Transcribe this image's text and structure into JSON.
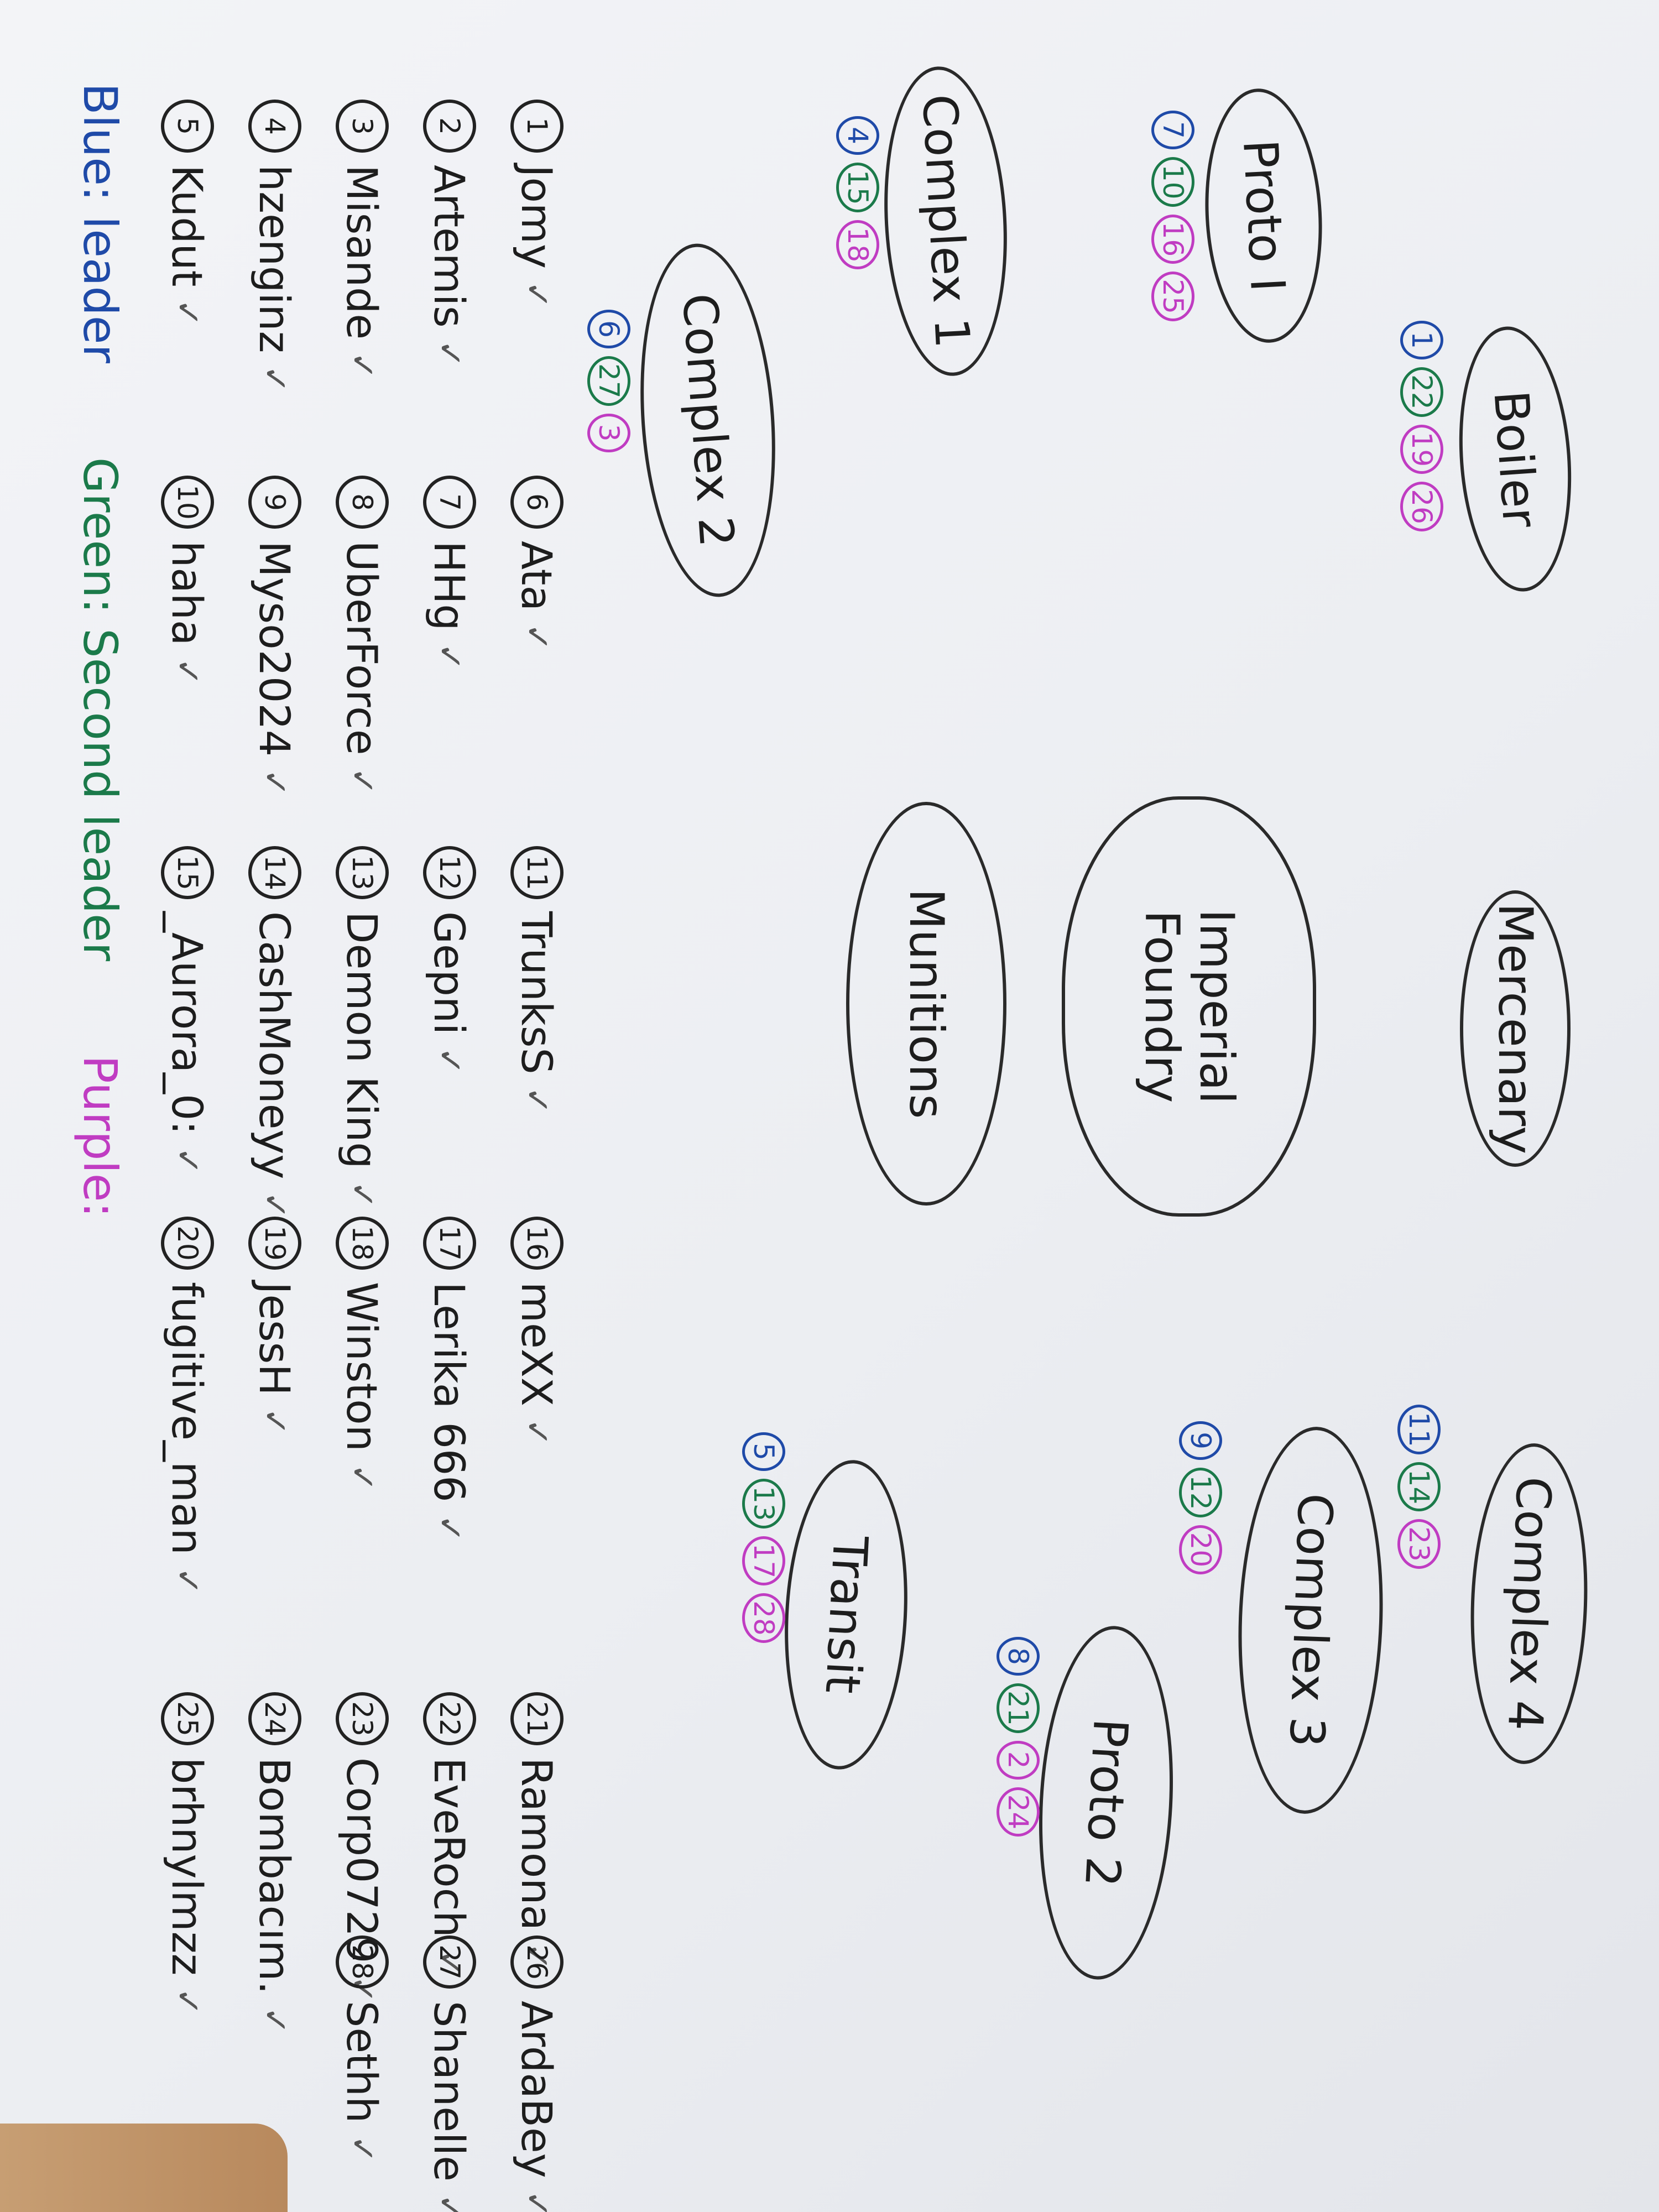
{
  "locations": [
    {
      "name": "Boiler",
      "badges": [
        {
          "n": "1",
          "c": "blue"
        },
        {
          "n": "22",
          "c": "green"
        },
        {
          "n": "19",
          "c": "purple"
        },
        {
          "n": "26",
          "c": "purple"
        }
      ]
    },
    {
      "name": "Proto I",
      "badges": [
        {
          "n": "7",
          "c": "blue"
        },
        {
          "n": "10",
          "c": "green"
        },
        {
          "n": "16",
          "c": "purple"
        },
        {
          "n": "25",
          "c": "purple"
        }
      ]
    },
    {
      "name": "Complex 1",
      "badges": [
        {
          "n": "4",
          "c": "blue"
        },
        {
          "n": "15",
          "c": "green"
        },
        {
          "n": "18",
          "c": "purple"
        }
      ]
    },
    {
      "name": "Complex 2",
      "badges": [
        {
          "n": "6",
          "c": "blue"
        },
        {
          "n": "27",
          "c": "green"
        },
        {
          "n": "3",
          "c": "purple"
        }
      ]
    },
    {
      "name": "Mercenary",
      "badges": []
    },
    {
      "name": "Imperial Foundry",
      "badges": []
    },
    {
      "name": "Munitions",
      "badges": []
    },
    {
      "name": "Complex 4",
      "badges": [
        {
          "n": "11",
          "c": "blue"
        },
        {
          "n": "14",
          "c": "green"
        },
        {
          "n": "23",
          "c": "purple"
        }
      ]
    },
    {
      "name": "Complex 3",
      "badges": [
        {
          "n": "9",
          "c": "blue"
        },
        {
          "n": "12",
          "c": "green"
        },
        {
          "n": "20",
          "c": "purple"
        }
      ]
    },
    {
      "name": "Proto 2",
      "badges": [
        {
          "n": "8",
          "c": "blue"
        },
        {
          "n": "21",
          "c": "green"
        },
        {
          "n": "2",
          "c": "purple"
        },
        {
          "n": "24",
          "c": "purple"
        }
      ]
    },
    {
      "name": "Transit",
      "badges": [
        {
          "n": "5",
          "c": "blue"
        },
        {
          "n": "13",
          "c": "green"
        },
        {
          "n": "17",
          "c": "purple"
        },
        {
          "n": "28",
          "c": "purple"
        }
      ]
    }
  ],
  "players": [
    {
      "n": "1",
      "name": "Jomy"
    },
    {
      "n": "2",
      "name": "Artemis"
    },
    {
      "n": "3",
      "name": "Misande"
    },
    {
      "n": "4",
      "name": "hzenginz"
    },
    {
      "n": "5",
      "name": "Kudut"
    },
    {
      "n": "6",
      "name": "Ata"
    },
    {
      "n": "7",
      "name": "HHg"
    },
    {
      "n": "8",
      "name": "UberForce"
    },
    {
      "n": "9",
      "name": "Myso2024"
    },
    {
      "n": "10",
      "name": "haha"
    },
    {
      "n": "11",
      "name": "TrunksS"
    },
    {
      "n": "12",
      "name": "Gepni"
    },
    {
      "n": "13",
      "name": "Demon King"
    },
    {
      "n": "14",
      "name": "CashMoneyy"
    },
    {
      "n": "15",
      "name": "_Aurora_0:"
    },
    {
      "n": "16",
      "name": "meXX"
    },
    {
      "n": "17",
      "name": "Lerika 666"
    },
    {
      "n": "18",
      "name": "Winston"
    },
    {
      "n": "19",
      "name": "JessH"
    },
    {
      "n": "20",
      "name": "fugitive_man"
    },
    {
      "n": "21",
      "name": "Ramona"
    },
    {
      "n": "22",
      "name": "EveRoch"
    },
    {
      "n": "23",
      "name": "Corp0729"
    },
    {
      "n": "24",
      "name": "Bombacım."
    },
    {
      "n": "25",
      "name": "brhnylmzz"
    },
    {
      "n": "26",
      "name": "ArdaBey"
    },
    {
      "n": "27",
      "name": "Shanelle"
    },
    {
      "n": "28",
      "name": "Sethh"
    }
  ],
  "check_mark": "✓",
  "legend": {
    "blue": "Blue: leader",
    "green": "Green: Second leader",
    "purple": "Purple:"
  },
  "colors": {
    "blue": "#1f4aa8",
    "green": "#1b7a4a",
    "purple": "#c03cc2",
    "ink": "#1d1d1d"
  }
}
